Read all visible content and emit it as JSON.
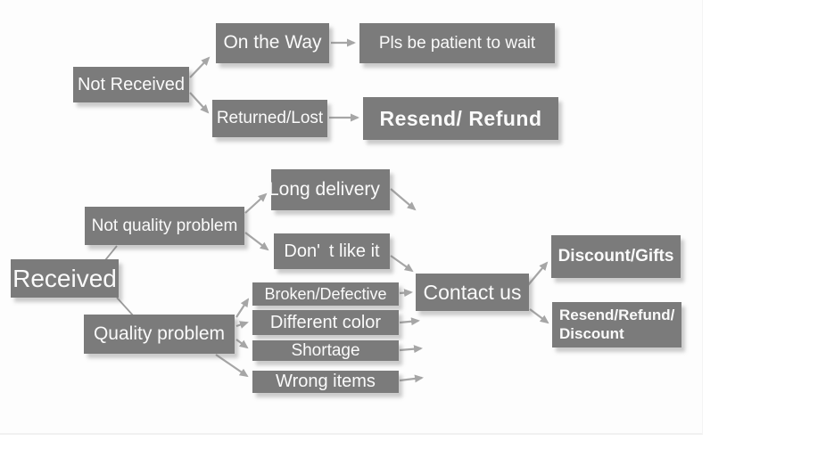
{
  "colors": {
    "node_bg": "#7b7b7b",
    "node_text": "#fafafa",
    "arrow": "#a6a6a6"
  },
  "flowchart": {
    "not_received": {
      "root": "Not Received",
      "on_the_way": "On the Way",
      "pls_wait": "Pls be patient to wait",
      "returned_lost": "Returned/Lost",
      "resend_refund": "Resend/ Refund"
    },
    "received": {
      "root": "Received",
      "not_quality_problem": "Not quality problem",
      "long_delivery": "Long delivery",
      "dont_like_it": "Don' t like it",
      "quality_problem": "Quality problem",
      "broken_defective": "Broken/Defective",
      "different_color": "Different color",
      "shortage": "Shortage",
      "wrong_items": "Wrong items",
      "contact_us": "Contact us",
      "discount_gifts": "Discount/Gifts",
      "resend_refund_discount": {
        "line1": "Resend/Refund/",
        "line2": "Discount"
      }
    }
  }
}
